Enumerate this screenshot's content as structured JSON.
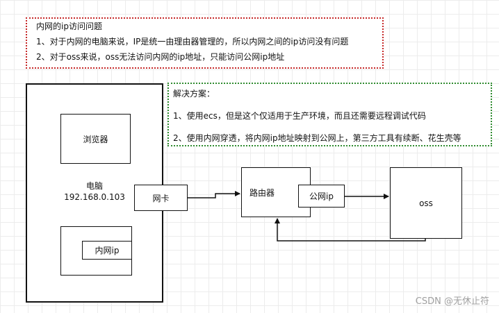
{
  "notes": {
    "problem": {
      "title": "内网的ip访问问题",
      "line1": "1、对于内网的电脑来说，IP是统一由理由器管理的，所以内网之间的ip访问没有问题",
      "line2": "2、对于oss来说，oss无法访问内网的ip地址，只能访问公网ip地址",
      "border_color": "#c62828"
    },
    "solution": {
      "title": "解决方案：",
      "line1": "1、使用ecs，但是这个仅适用于生产环境，而且还需要远程调试代码",
      "line2": "2、使用内网穿透，将内网ip地址映射到公网上，第三方工具有续断、花生壳等",
      "border_color": "#2e8b2e"
    }
  },
  "nodes": {
    "computer": {
      "label": "电脑",
      "ip": "192.168.0.103"
    },
    "browser": {
      "label": "浏览器"
    },
    "intranet_ip": {
      "label": "内网ip"
    },
    "nic": {
      "label": "网卡"
    },
    "router": {
      "label": "路由器"
    },
    "public_ip": {
      "label": "公网ip"
    },
    "oss": {
      "label": "oss"
    }
  },
  "watermark": "CSDN @无休止符"
}
